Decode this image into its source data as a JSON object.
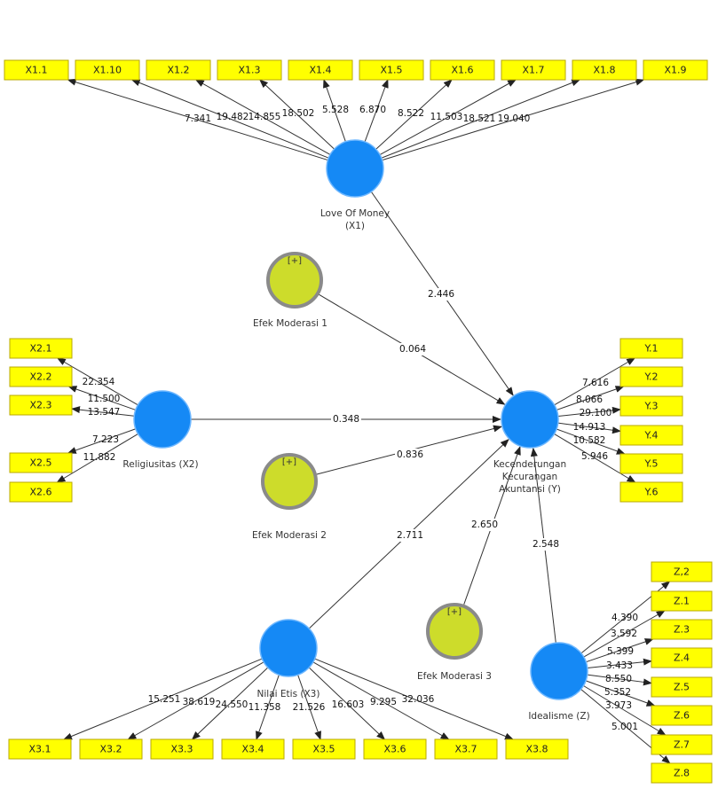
{
  "nodes": {
    "X1": {
      "label": "Love Of Money",
      "label2": "(X1)"
    },
    "X2": {
      "label": "Religiusitas (X2)"
    },
    "X3": {
      "label": "Nilai Etis (X3)"
    },
    "Y": {
      "label": "Kecenderungan",
      "label2": "Kecurangan",
      "label3": "Akuntansi (Y)"
    },
    "Z": {
      "label": "Idealisme (Z)"
    },
    "M1": {
      "label": "Efek Moderasi 1",
      "plus": "[+]"
    },
    "M2": {
      "label": "Efek Moderasi 2",
      "plus": "[+]"
    },
    "M3": {
      "label": "Efek Moderasi 3",
      "plus": "[+]"
    }
  },
  "indicators": {
    "X1": [
      "X1.1",
      "X1.10",
      "X1.2",
      "X1.3",
      "X1.4",
      "X1.5",
      "X1.6",
      "X1.7",
      "X1.8",
      "X1.9"
    ],
    "X2": [
      "X2.1",
      "X2.2",
      "X2.3",
      "X2.5",
      "X2.6"
    ],
    "X3": [
      "X3.1",
      "X3.2",
      "X3.3",
      "X3.4",
      "X3.5",
      "X3.6",
      "X3.7",
      "X3.8"
    ],
    "Y": [
      "Y.1",
      "Y.2",
      "Y.3",
      "Y.4",
      "Y.5",
      "Y.6"
    ],
    "Z": [
      "Z,2",
      "Z.1",
      "Z.3",
      "Z.4",
      "Z.5",
      "Z.6",
      "Z.7",
      "Z.8"
    ]
  },
  "loadings": {
    "X1": [
      "7.341",
      "19.482",
      "14.855",
      "18.502",
      "5.528",
      "6.870",
      "8.522",
      "11.503",
      "18.521",
      "19.040"
    ],
    "X2": [
      "22.354",
      "11.500",
      "13.547",
      "7.223",
      "11.882"
    ],
    "X3": [
      "15.251",
      "38.619",
      "24.550",
      "11.358",
      "21.526",
      "16.603",
      "9.295",
      "32.036"
    ],
    "Y": [
      "7.616",
      "8.066",
      "29.100",
      "14.913",
      "10.582",
      "5.946"
    ],
    "Z": [
      "4.390",
      "3.592",
      "5.399",
      "3.433",
      "8.550",
      "5.352",
      "3.973",
      "5.001"
    ]
  },
  "paths": {
    "X1_Y": "2.446",
    "M1_Y": "0.064",
    "X2_Y": "0.348",
    "M2_Y": "0.836",
    "X3_Y": "2.711",
    "M3_Y": "2.650",
    "Z_Y": "2.548"
  },
  "colors": {
    "latent": "#1589f5",
    "moderator": "#cddc2b",
    "indicator": "#ffff00"
  }
}
